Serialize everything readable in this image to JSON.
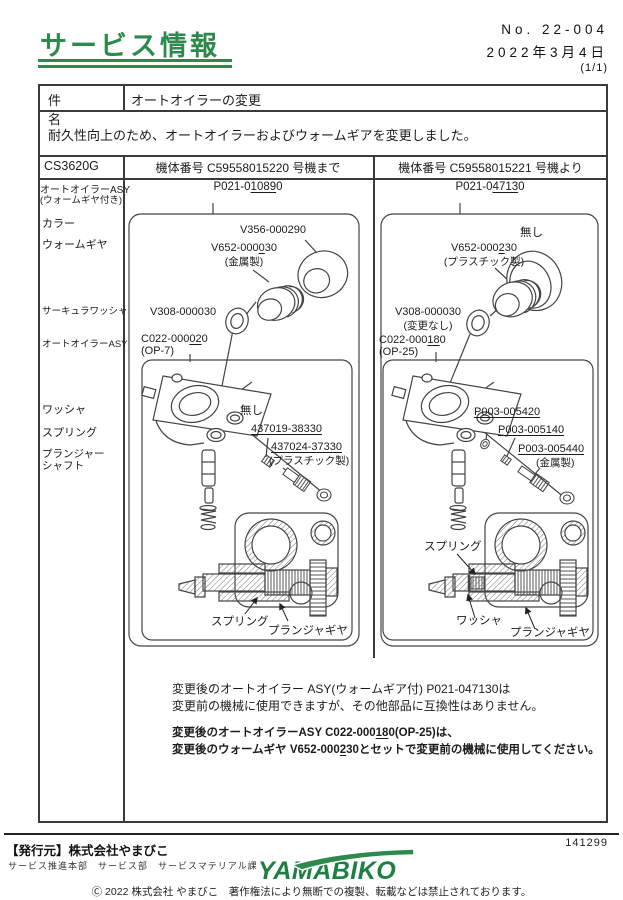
{
  "colors": {
    "brand_green": "#2e8a4c",
    "logo_green": "#1e7f42",
    "line": "#3a3a3a"
  },
  "header": {
    "title": "サービス情報",
    "doc_no": "No. 22-004",
    "date": "2022年3月4日",
    "page": "(1/1)"
  },
  "subject": {
    "label": "件　名",
    "value": "オートオイラーの変更"
  },
  "description": "耐久性向上のため、オートオイラーおよびウォームギアを変更しました。",
  "columns": {
    "model": "CS3620G",
    "before": "機体番号 C59558015220 号機まで",
    "after": "機体番号 C59558015221 号機より"
  },
  "row_labels": {
    "asy_worm": "オートオイラーASY",
    "asy_worm_sub": "(ウォームギヤ付き)",
    "collar": "カラー",
    "worm_gear": "ウォームギヤ",
    "circular_washer": "サーキュラワッシャ",
    "asy": "オートオイラーASY",
    "washer": "ワッシャ",
    "spring": "スプリング",
    "plunger1": "プランジャー",
    "plunger2": "シャフト"
  },
  "left_panel": {
    "asy_no": {
      "pre": "P021-0",
      "u": "1089",
      "post": "0"
    },
    "collar_no": "V356-000290",
    "worm_no": {
      "pre": "V652-000",
      "u": "0",
      "post": "30"
    },
    "worm_note": "(金属製)",
    "washer_no": "V308-000030",
    "oiler_no": {
      "pre": "C022-000",
      "u": "02",
      "post": "0"
    },
    "oiler_note": "(OP-7)",
    "washer_part": "無し",
    "spring_no": {
      "pre": "",
      "u": "437019-38330",
      "post": ""
    },
    "plunger_no": {
      "pre": "",
      "u": "437024-37330",
      "post": ""
    },
    "plunger_note": "(プラスチック製)",
    "cs_spring": "スプリング",
    "cs_plunger_gear": "プランジャギヤ"
  },
  "right_panel": {
    "asy_no": {
      "pre": "P021-0",
      "u": "4713",
      "post": "0"
    },
    "collar_no": "無し",
    "worm_no": {
      "pre": "V652-000",
      "u": "2",
      "post": "30"
    },
    "worm_note": "(プラスチック製)",
    "washer_no": "V308-000030",
    "washer_note": "(変更なし)",
    "oiler_no": {
      "pre": "C022-000",
      "u": "18",
      "post": "0"
    },
    "oiler_note": "(OP-25)",
    "washer_part": {
      "pre": "",
      "u": "P003-005420",
      "post": ""
    },
    "spring_no": {
      "pre": "",
      "u": "P003-005140",
      "post": ""
    },
    "plunger_no": {
      "pre": "",
      "u": "P003-005440",
      "post": ""
    },
    "plunger_note": "(金属製)",
    "cs_spring": "スプリング",
    "cs_washer": "ワッシャ",
    "cs_plunger_gear": "プランジャギヤ"
  },
  "notes": {
    "line1": "変更後のオートオイラー ASY(ウォームギア付) P021-047130は",
    "line2": "変更前の機械に使用できますが、その他部品に互換性はありません。",
    "bold1": {
      "pre": "変更後のオートオイラーASY C022-000",
      "u": "18",
      "post": "0(OP-25)は、"
    },
    "bold2": {
      "pre": "変更後のウォームギヤ V652-000",
      "u": "2",
      "post": "30とセットで変更前の機械に使用してください。"
    }
  },
  "footer": {
    "publisher": "【発行元】株式会社やまびこ",
    "dept": "サービス推進本部　サービス部　サービスマテリアル課",
    "code": "141299",
    "logo": "YAMABIKO",
    "copyright": "Ⓒ 2022 株式会社 やまびこ　著作権法により無断での複製、転載などは禁止されております。"
  }
}
